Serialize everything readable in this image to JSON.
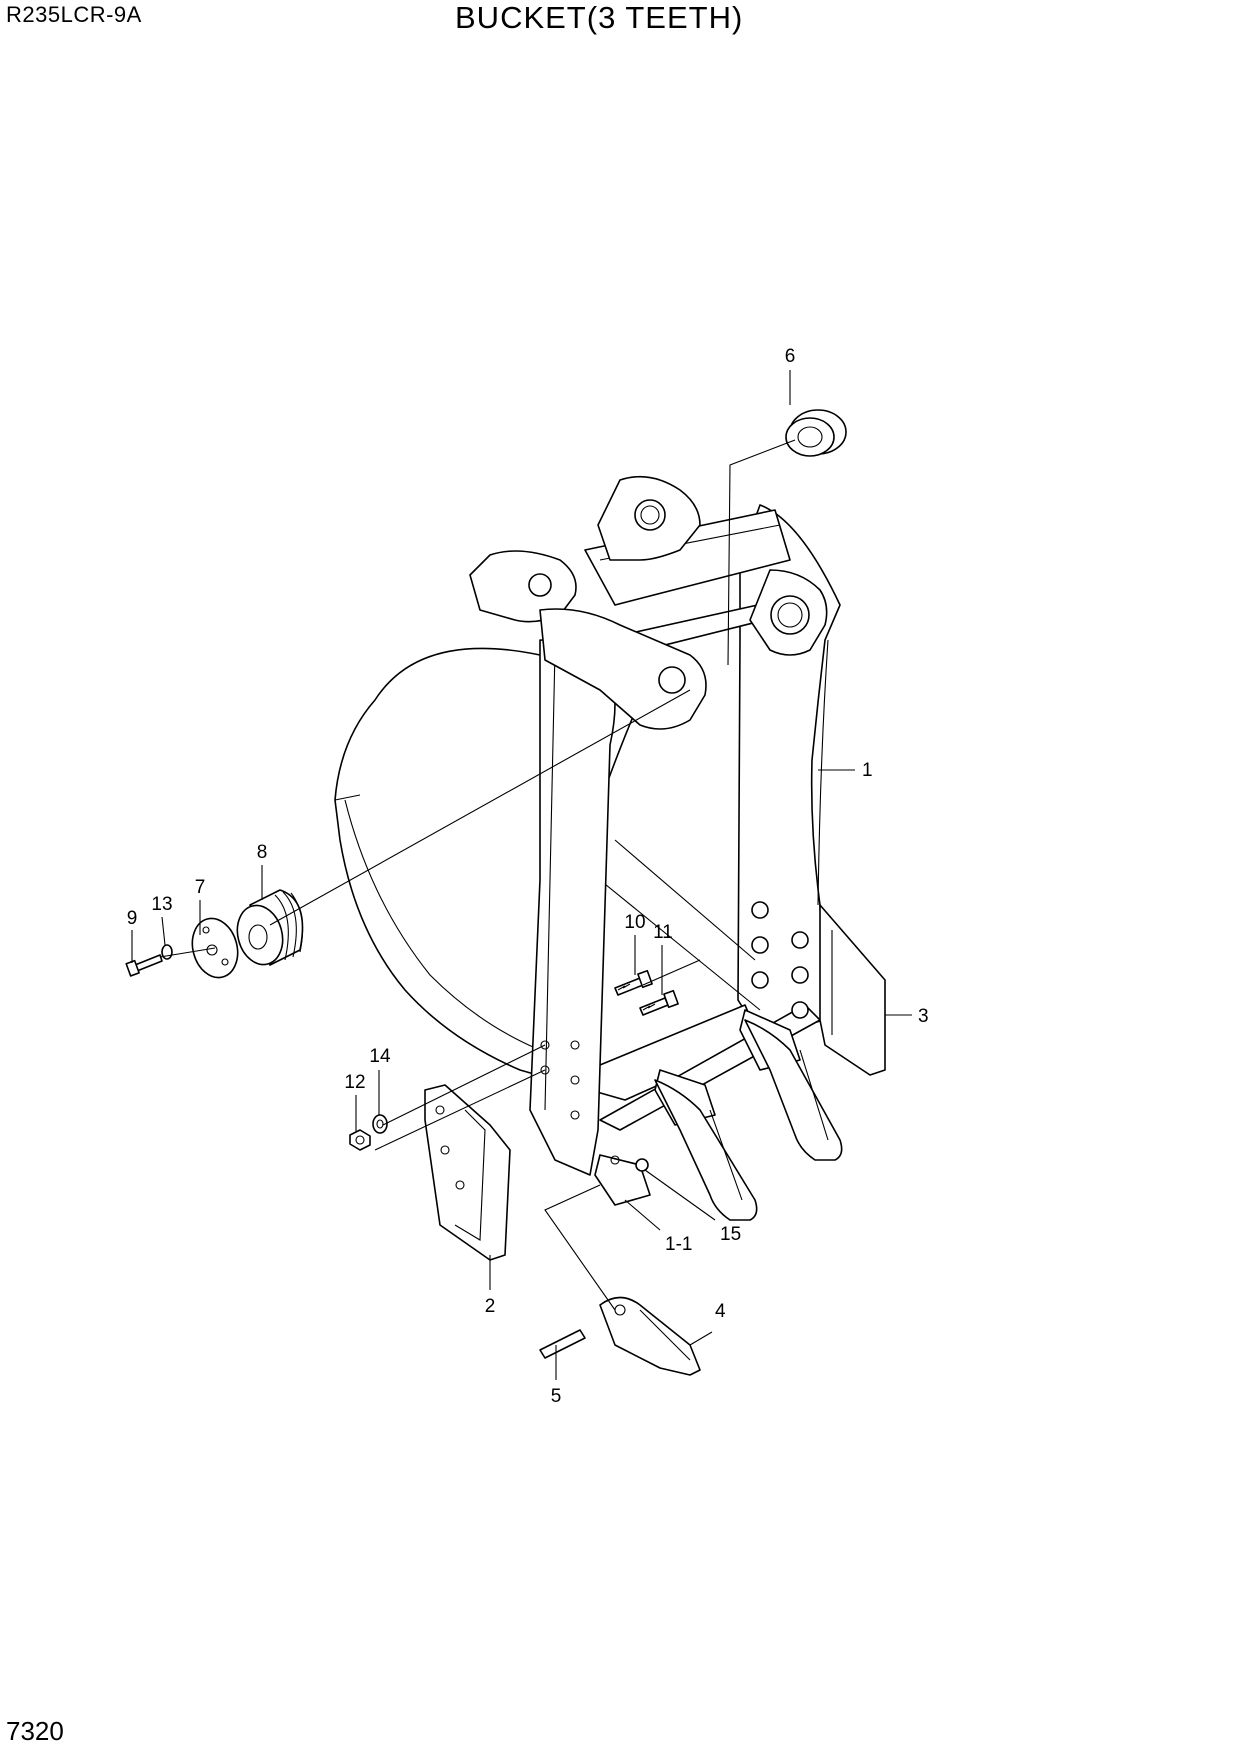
{
  "header": {
    "model": "R235LCR-9A",
    "title": "BUCKET(3 TEETH)"
  },
  "footer": {
    "page_number": "7320"
  },
  "callouts": [
    "1",
    "1-1",
    "2",
    "3",
    "4",
    "5",
    "6",
    "7",
    "8",
    "9",
    "10",
    "11",
    "12",
    "13",
    "14",
    "15"
  ]
}
